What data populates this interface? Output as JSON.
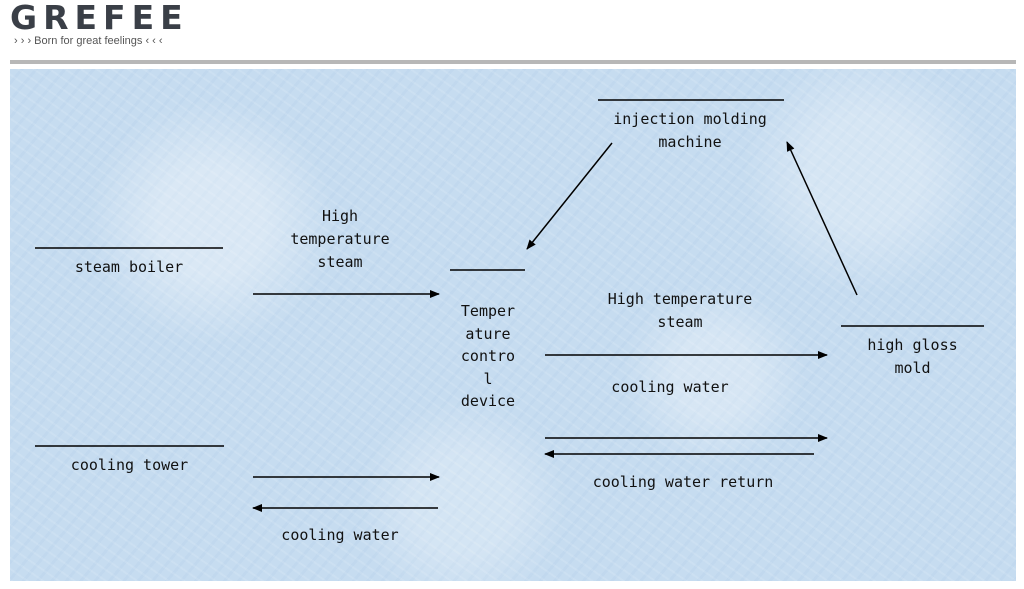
{
  "brand": {
    "name": "GREFEE",
    "tagline": "› › › Born for great feelings ‹ ‹ ‹"
  },
  "nodes": {
    "steam_boiler": "steam boiler",
    "cooling_tower": "cooling tower",
    "temperature_control_device": [
      "Temper",
      "ature",
      "contro",
      "l",
      "device"
    ],
    "injection_molding_machine": [
      "injection molding",
      "machine"
    ],
    "high_gloss_mold": [
      "high gloss",
      "mold"
    ]
  },
  "edges": {
    "boiler_steam": [
      "High",
      "temperature",
      "steam"
    ],
    "tower_cooling_water": "cooling water",
    "mold_steam": [
      "High temperature",
      "steam"
    ],
    "mold_cooling_water": "cooling water",
    "mold_cooling_water_return": "cooling water return"
  },
  "colors": {
    "background": "#c6dcf0",
    "line": "#000000",
    "logo": "#3a3f47"
  }
}
